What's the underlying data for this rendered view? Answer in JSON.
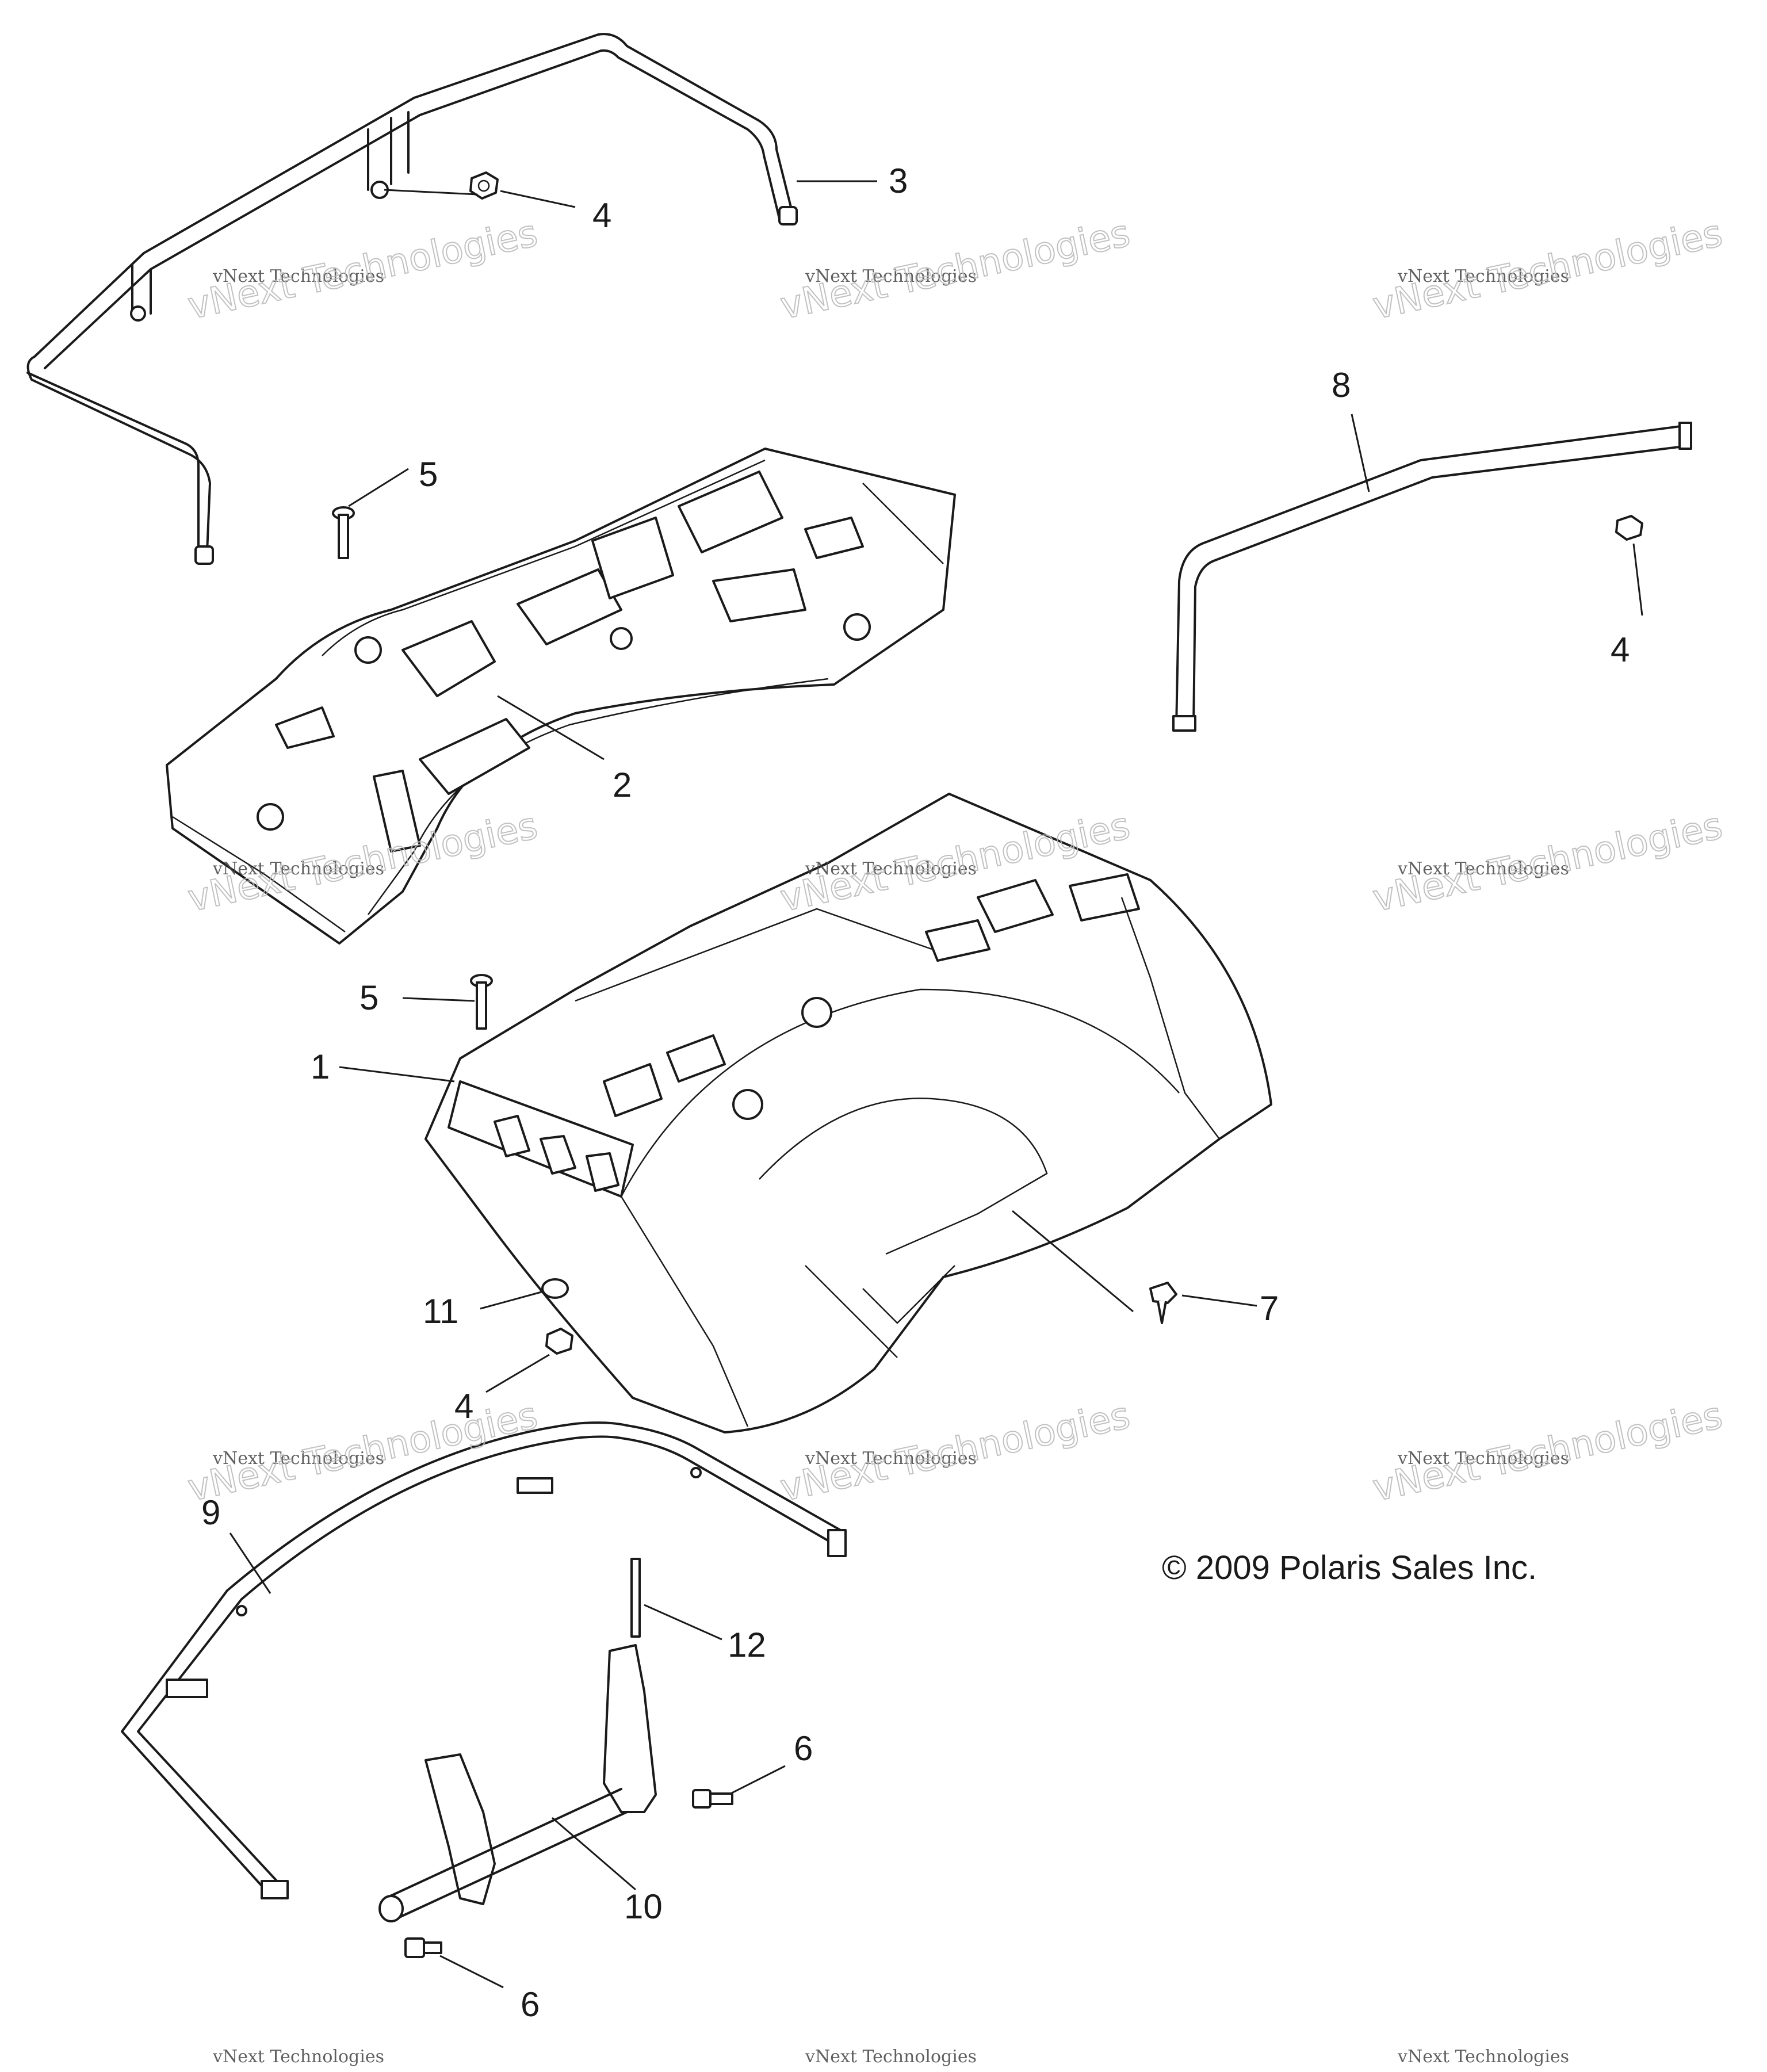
{
  "callouts": {
    "c3": "3",
    "c4_top": "4",
    "c5_upper": "5",
    "c8": "8",
    "c4_right": "4",
    "c2": "2",
    "c5_lower": "5",
    "c1": "1",
    "c11": "11",
    "c7": "7",
    "c4_lower": "4",
    "c9": "9",
    "c12": "12",
    "c6_upper": "6",
    "c10": "10",
    "c6_lower": "6"
  },
  "copyright": "© 2009 Polaris Sales Inc.",
  "watermark": {
    "line1": "vNext Technologies",
    "line2": "vNext Technologies"
  }
}
